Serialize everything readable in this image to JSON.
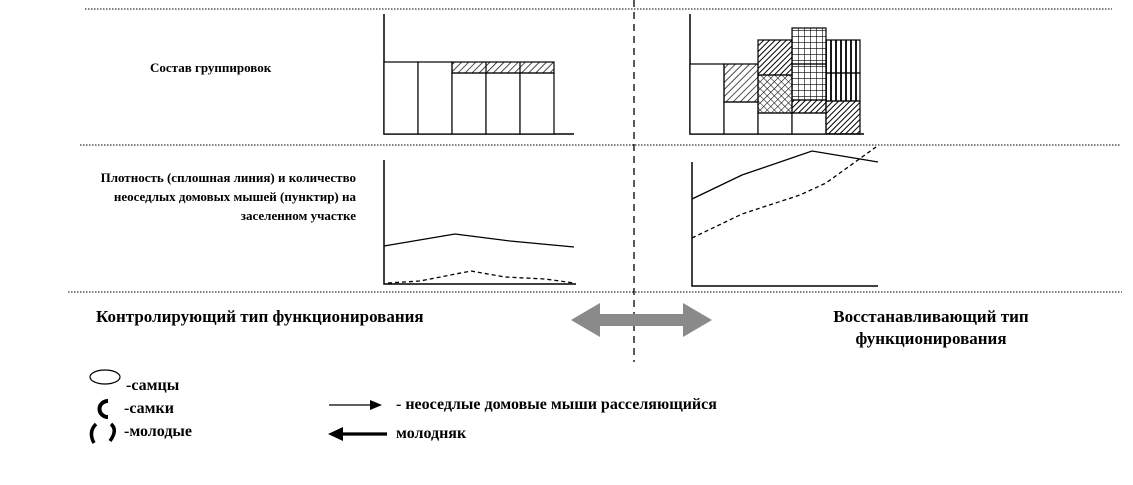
{
  "rows": {
    "composition_label": "Состав группировок",
    "density_label": "Плотность (сплошная линия) и количество неоседлых домовых мышей (пунктир) на заселенном участке"
  },
  "types": {
    "control": "Контролирующий тип функционирования",
    "recovery": "Восстанавливающий тип функционирования"
  },
  "legend": {
    "males": "-самцы",
    "females": "-самки",
    "young": "-молодые",
    "thin_arrow": "- неоседлые домовые мыши расселяющийся",
    "thick_arrow": "молодняк"
  }
}
